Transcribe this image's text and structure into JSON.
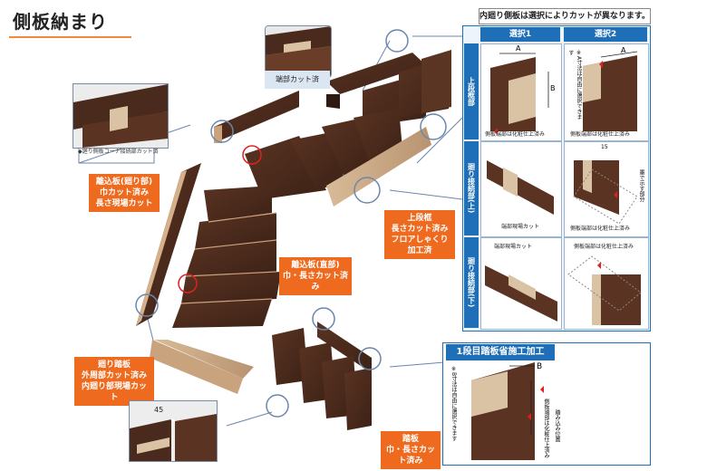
{
  "page": {
    "title": "側板納まり"
  },
  "top_note": "内廻り側板は選択によりカットが異なります。",
  "grid": {
    "col_headers": [
      "選択1",
      "選択2"
    ],
    "rows": [
      {
        "label": "上段框部",
        "cells": [
          {
            "caption": "側板端部は化粧仕上済み",
            "dim_a": "A",
            "dim_b": "B"
          },
          {
            "caption": "側板端部は化粧仕上済み",
            "dim_a": "A",
            "side_note": "※A寸法は自由に選択できます"
          }
        ]
      },
      {
        "label": "廻り接続部(上)",
        "cells": [
          {
            "caption": "端部現場カット"
          },
          {
            "caption": "側板端部は化粧仕上済み",
            "dim": "15",
            "side_note": "墨で示す部分"
          }
        ]
      },
      {
        "label": "廻り接続部(下)",
        "cells": [
          {
            "caption": "端部現場カット"
          },
          {
            "caption": "側板端部は化粧仕上済み"
          }
        ]
      }
    ]
  },
  "bottom_box": {
    "title": "1段目踏板省施工加工",
    "dim_b": "B",
    "left_note": "※B寸法は自由に選択できます",
    "right_note_1": "側板端部は化粧仕上済み",
    "right_note_2": "踏み込み位置"
  },
  "labels": {
    "cut_done": "端部カット済",
    "corner_caption": "◆廻り側板コーナ接続部カット済",
    "kasane_a": [
      "離込板(廻り部)",
      "巾カット済み",
      "長さ現場カット"
    ],
    "kasane_b": [
      "離込板(直部)",
      "巾・長さカット済み"
    ],
    "upper_frame": [
      "上段框",
      "長さカット済み",
      "フロアしゃくり加工済"
    ],
    "mawari": [
      "廻り踏板",
      "外周部カット済み",
      "内廻り部現場カット"
    ],
    "fumi": [
      "踏板",
      "巾・長さカット済み"
    ],
    "angle": "45"
  },
  "colors": {
    "wood_dark": "#4a2a1c",
    "wood_mid": "#6a3d28",
    "wood_light": "#cfae8a",
    "accent_orange": "#ee6a1e",
    "accent_blue": "#1f6fb8",
    "highlight_red": "#e02020"
  }
}
